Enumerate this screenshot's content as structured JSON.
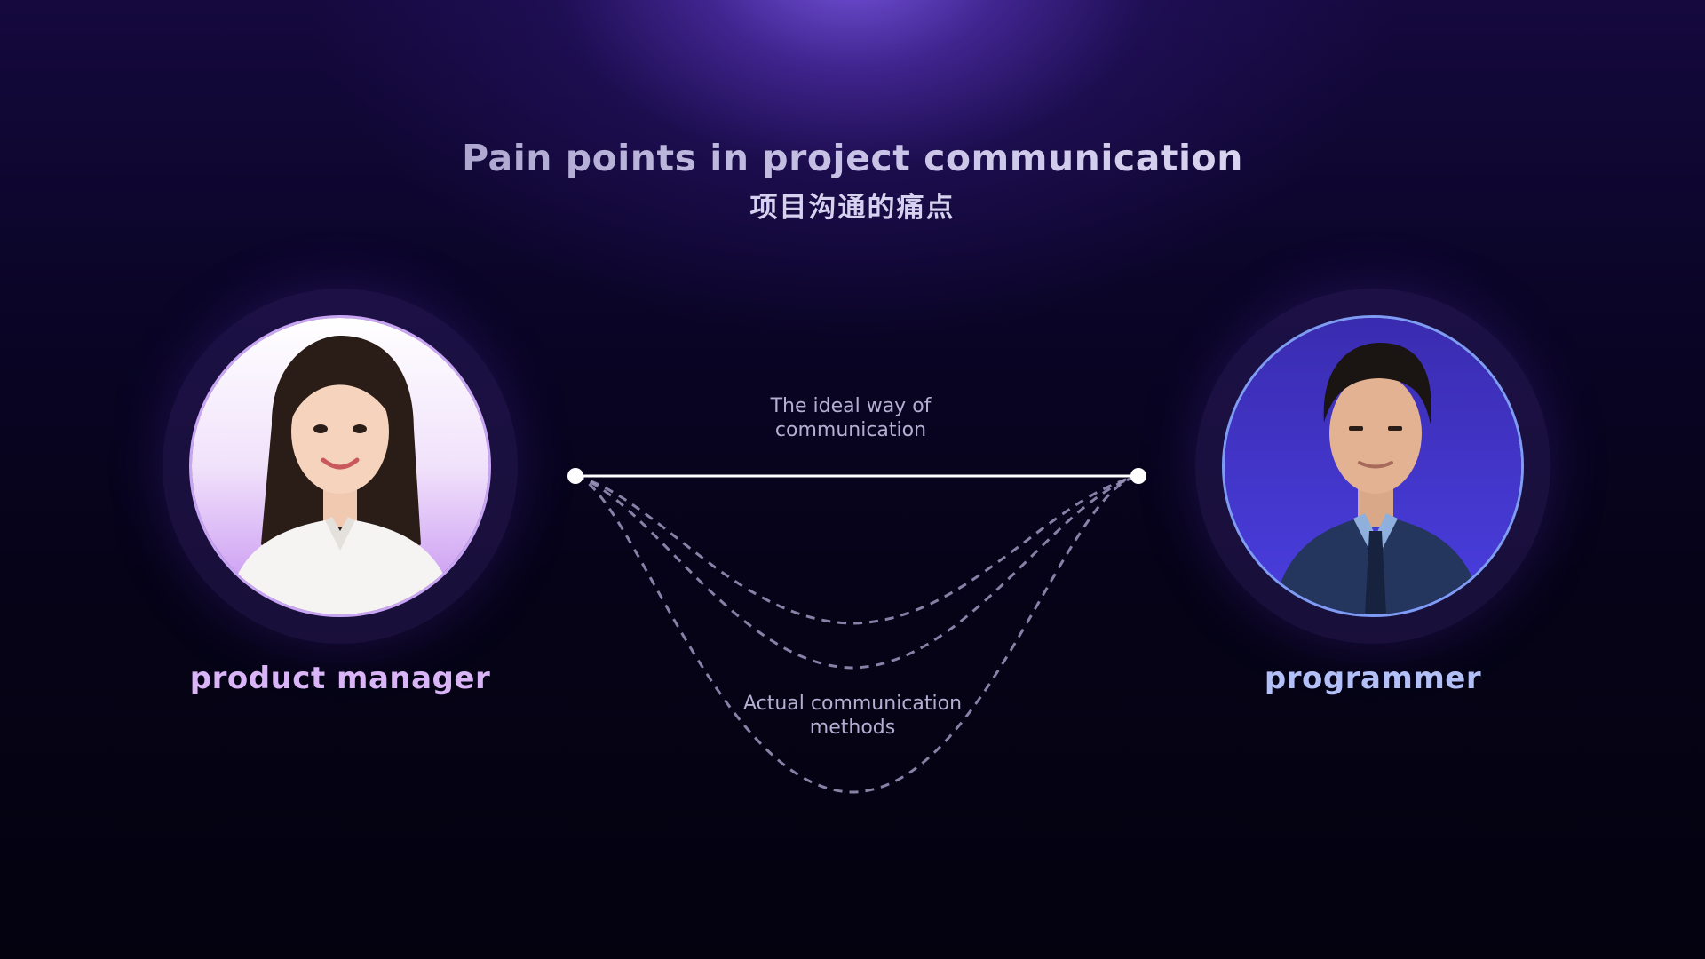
{
  "header": {
    "title_en": "Pain points in project communication",
    "title_zh": "项目沟通的痛点"
  },
  "left_person": {
    "role": "product manager",
    "accent_color": "#d9b4f6",
    "ring_color": "#c9a6f3"
  },
  "right_person": {
    "role": "programmer",
    "accent_color": "#b2c0f7",
    "ring_color": "#7f9cf5"
  },
  "diagram": {
    "ideal_label_line1": "The ideal way of",
    "ideal_label_line2": "communication",
    "actual_label_line1": "Actual communication",
    "actual_label_line2": "methods",
    "ideal_line_style": "solid",
    "actual_line_style": "dashed",
    "actual_path_count": 3
  },
  "colors": {
    "background_top_glow": "#7c58e6",
    "background_base": "#05030f",
    "ideal_line": "#ffffff",
    "actual_lines": "#9e98c0"
  }
}
